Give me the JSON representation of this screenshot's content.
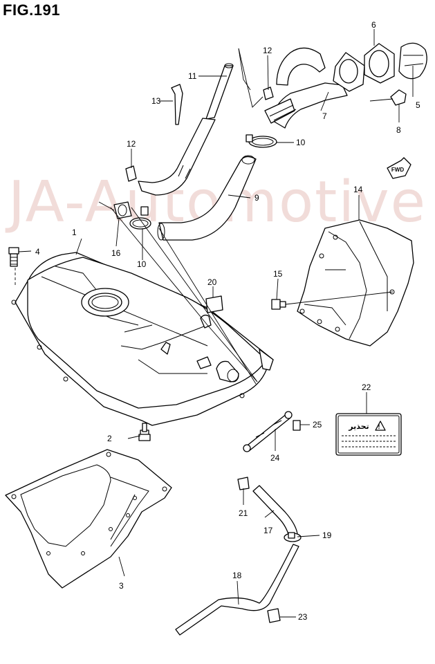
{
  "figure": {
    "title": "FIG.191"
  },
  "watermark": "JA-Automotive",
  "direction_badge": "FWD",
  "warning_label": {
    "text": "تحذير",
    "icon": "warning-triangle-icon"
  },
  "parts": [
    {
      "id": "1",
      "label": "1"
    },
    {
      "id": "2",
      "label": "2"
    },
    {
      "id": "3",
      "label": "3"
    },
    {
      "id": "4",
      "label": "4"
    },
    {
      "id": "5",
      "label": "5"
    },
    {
      "id": "6",
      "label": "6"
    },
    {
      "id": "7",
      "label": "7"
    },
    {
      "id": "8",
      "label": "8"
    },
    {
      "id": "9",
      "label": "9"
    },
    {
      "id": "10a",
      "label": "10"
    },
    {
      "id": "10b",
      "label": "10"
    },
    {
      "id": "11",
      "label": "11"
    },
    {
      "id": "12a",
      "label": "12"
    },
    {
      "id": "12b",
      "label": "12"
    },
    {
      "id": "13",
      "label": "13"
    },
    {
      "id": "14",
      "label": "14"
    },
    {
      "id": "15",
      "label": "15"
    },
    {
      "id": "16",
      "label": "16"
    },
    {
      "id": "17",
      "label": "17"
    },
    {
      "id": "18",
      "label": "18"
    },
    {
      "id": "19",
      "label": "19"
    },
    {
      "id": "20",
      "label": "20"
    },
    {
      "id": "21",
      "label": "21"
    },
    {
      "id": "22",
      "label": "22"
    },
    {
      "id": "23",
      "label": "23"
    },
    {
      "id": "24",
      "label": "24"
    },
    {
      "id": "25",
      "label": "25"
    }
  ]
}
